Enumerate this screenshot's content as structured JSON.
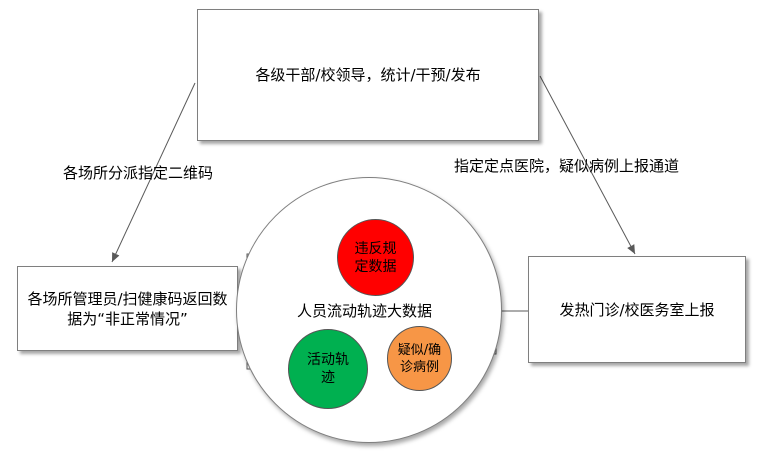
{
  "nodes": {
    "top_box": "各级干部/校领导，统计/干预/发布",
    "left_box": "各场所管理员/扫健康码返回数据为“非正常情况”",
    "right_box": "发热门诊/校医务室上报",
    "center_circle": "人员流动轨迹大数据",
    "red_dot": "违反规定数据",
    "green_dot": "活动轨迹",
    "orange_dot": "疑似/确诊病例"
  },
  "edges": {
    "left_label": "各场所分派指定二维码",
    "right_label": "指定定点医院，疑似病例上报通道"
  },
  "colors": {
    "red": "#ff0000",
    "green": "#00b050",
    "orange": "#f79646"
  }
}
